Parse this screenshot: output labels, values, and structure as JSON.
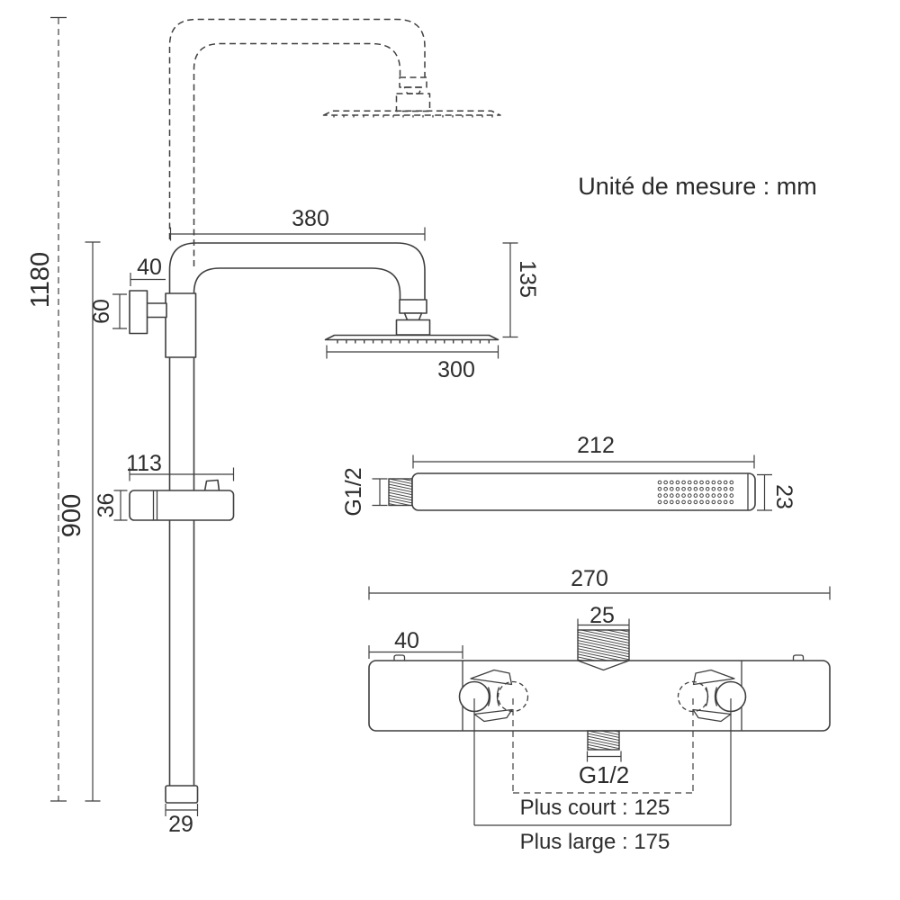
{
  "title": "Unité de mesure : mm",
  "colors": {
    "line": "#3f3f3f",
    "text": "#2d2d2d",
    "background": "#ffffff"
  },
  "column": {
    "total_height": "1180",
    "bar_height": "900",
    "arm_reach": "380",
    "wall_offset": "40",
    "bracket_height": "60",
    "head_drop": "135",
    "head_width": "300",
    "slider_width": "113",
    "slider_height": "36",
    "pole_end_diameter": "29"
  },
  "handshower": {
    "length": "212",
    "thread": "G1/2",
    "diameter": "23"
  },
  "mixer": {
    "width": "270",
    "inlet_width": "25",
    "end_offset": "40",
    "outlet_thread": "G1/2",
    "span_short": "Plus court : 125",
    "span_wide": "Plus large : 175"
  }
}
